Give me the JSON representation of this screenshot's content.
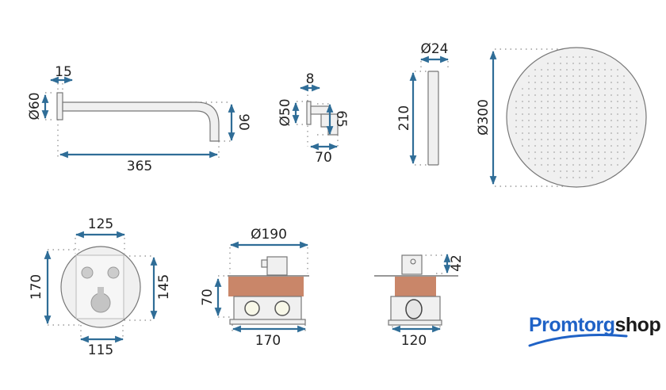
{
  "title": "Shower set dimensions (mm)",
  "shower_arm": {
    "flange_width": "15",
    "flange_diameter": "Ø60",
    "drop_height": "90",
    "length": "365"
  },
  "wall_holder": {
    "flange_width": "8",
    "flange_diameter": "Ø50",
    "height": "65",
    "projection": "70"
  },
  "hand_shower": {
    "diameter": "Ø24",
    "length": "210"
  },
  "rain_head": {
    "diameter": "Ø300"
  },
  "box_front": {
    "top_width": "125",
    "outer_height": "170",
    "inner_height": "145",
    "bottom_width": "115"
  },
  "box_side": {
    "plate_diameter": "Ø190",
    "depth": "70",
    "width": "170"
  },
  "box_end": {
    "stem_height": "42",
    "width": "120"
  },
  "brand": {
    "part1": "Promtorg",
    "part2": "shop",
    "primary_color": "#1f62c6",
    "dimension_color": "#2f6d97",
    "body_color": "#c98669"
  }
}
